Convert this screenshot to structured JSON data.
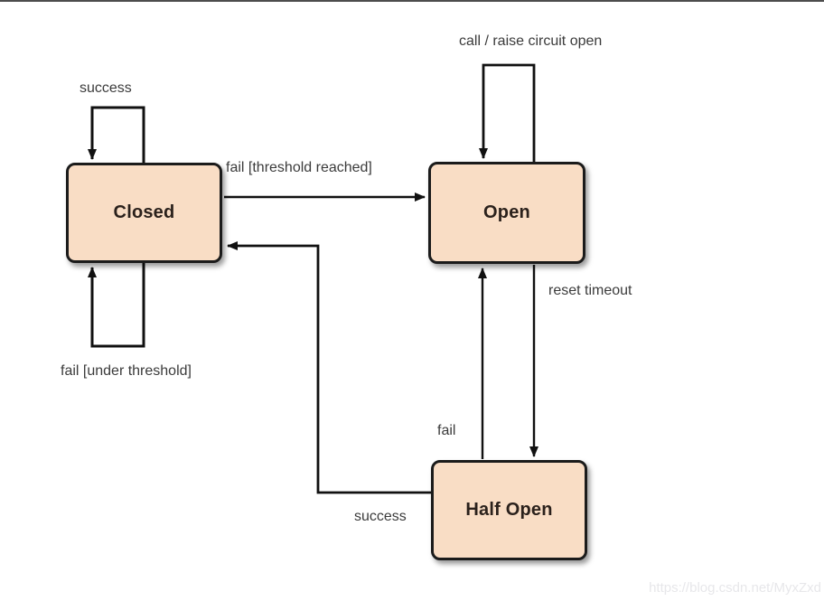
{
  "page": {
    "background": "#ffffff",
    "top_edge_color": "#4d4d4d"
  },
  "watermark": {
    "text": "https://blog.csdn.net/MyxZxd",
    "color": "#e7e7ea"
  },
  "diagram": {
    "type": "state-machine",
    "subject": "circuit breaker states",
    "states": [
      {
        "id": "closed",
        "label": "Closed"
      },
      {
        "id": "open",
        "label": "Open"
      },
      {
        "id": "half_open",
        "label": "Half Open"
      }
    ],
    "transitions": [
      {
        "from": "closed",
        "to": "closed",
        "label": "success"
      },
      {
        "from": "closed",
        "to": "closed",
        "label": "fail [under threshold]"
      },
      {
        "from": "closed",
        "to": "open",
        "label": "fail [threshold reached]"
      },
      {
        "from": "open",
        "to": "open",
        "label": "call / raise circuit open"
      },
      {
        "from": "open",
        "to": "half_open",
        "label": "reset timeout"
      },
      {
        "from": "half_open",
        "to": "open",
        "label": "fail"
      },
      {
        "from": "half_open",
        "to": "closed",
        "label": "success"
      }
    ],
    "colors": {
      "state_fill": "#f9ddc5",
      "state_border": "#1b1b1b",
      "line": "#111111",
      "label_text": "#3b3b3b",
      "state_text": "#2b211c"
    }
  }
}
